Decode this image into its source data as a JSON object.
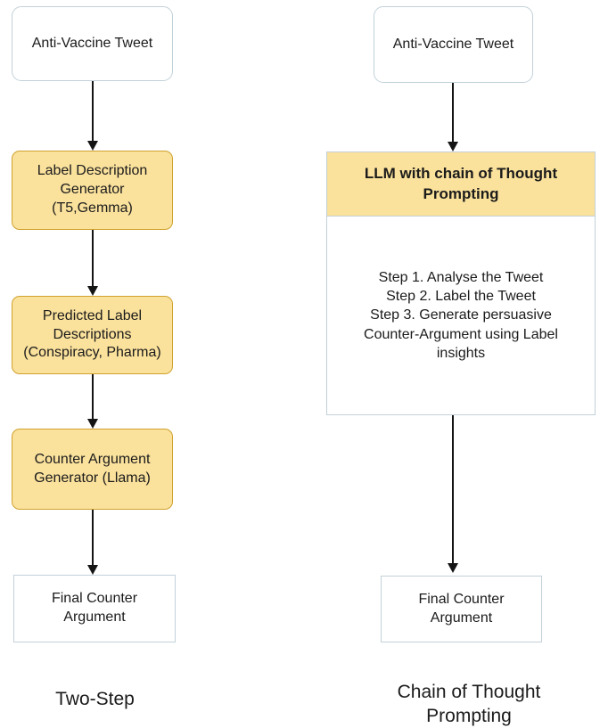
{
  "colors": {
    "yellow_fill": "#FAE19C",
    "yellow_border": "#D0A22E",
    "white_border": "#C2D1D9",
    "arrow": "#141414"
  },
  "left": {
    "caption": "Two-Step",
    "nodes": {
      "input": "Anti-Vaccine Tweet",
      "label_generator": "Label Description\nGenerator\n(T5,Gemma)",
      "predicted_labels": "Predicted Label\nDescriptions\n(Conspiracy, Pharma)",
      "counter_generator": "Counter Argument\nGenerator (Llama)",
      "output": "Final Counter\nArgument"
    }
  },
  "right": {
    "caption": "Chain of Thought\nPrompting",
    "nodes": {
      "input": "Anti-Vaccine Tweet",
      "llm_header": "LLM with chain of Thought\nPrompting",
      "llm_steps": "Step 1. Analyse the Tweet\nStep 2. Label the Tweet\nStep 3. Generate persuasive\nCounter-Argument using Label\ninsights",
      "output": "Final Counter\nArgument"
    }
  }
}
